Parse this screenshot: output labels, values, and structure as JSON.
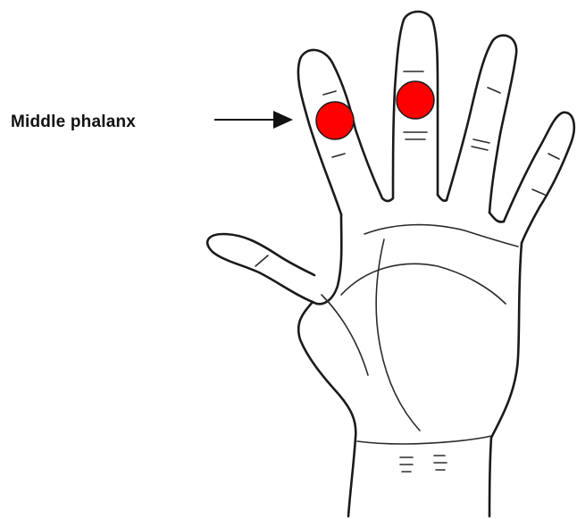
{
  "label": {
    "text": "Middle phalanx"
  },
  "colors": {
    "marker": "#ff0000",
    "outline": "#1a1a1a",
    "text": "#111111",
    "background": "#ffffff"
  },
  "markers": [
    {
      "name": "index-middle-phalanx-marker"
    },
    {
      "name": "middle-finger-middle-phalanx-marker"
    }
  ]
}
